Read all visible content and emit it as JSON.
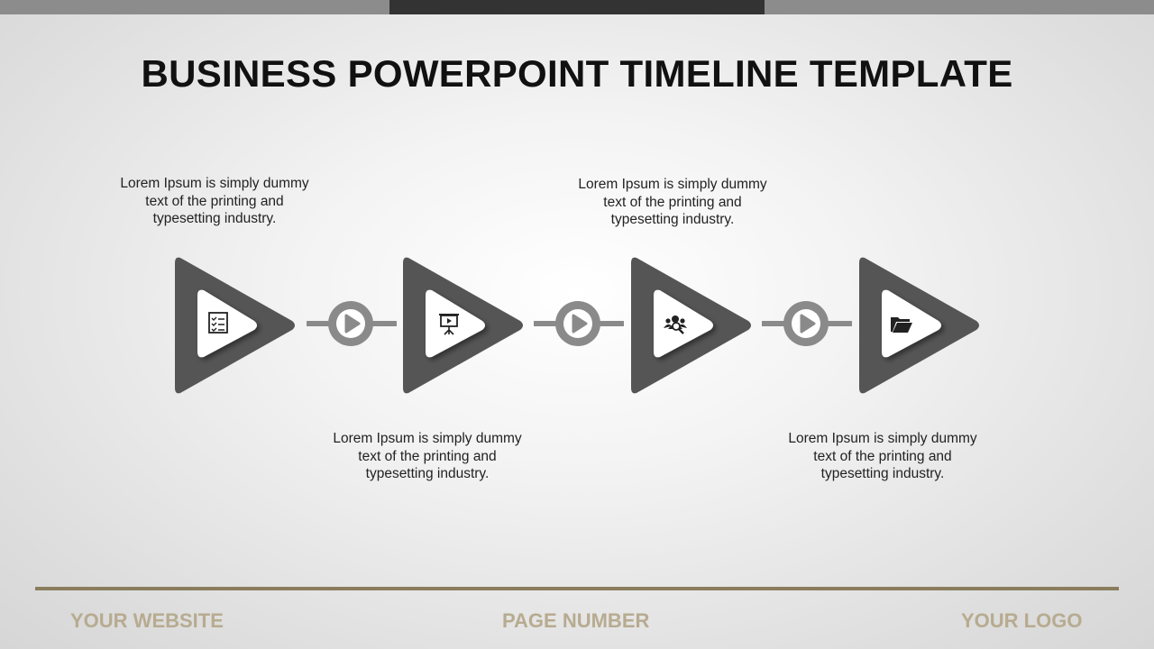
{
  "slide": {
    "title": "BUSINESS POWERPOINT TIMELINE TEMPLATE"
  },
  "steps": [
    {
      "text": "Lorem Ipsum is simply dummy text of the printing and typesetting industry.",
      "icon": "checklist-icon"
    },
    {
      "text": "Lorem Ipsum is simply dummy text of the printing and typesetting industry.",
      "icon": "presentation-board-icon"
    },
    {
      "text": "Lorem Ipsum is simply dummy text of the printing and typesetting industry.",
      "icon": "team-search-icon"
    },
    {
      "text": "Lorem Ipsum is simply dummy text of the printing and typesetting industry.",
      "icon": "open-folder-icon"
    }
  ],
  "footer": {
    "website": "YOUR WEBSITE",
    "page_number": "PAGE NUMBER",
    "logo": "YOUR LOGO"
  },
  "colors": {
    "arrow": "#555555",
    "connector": "#8a8a8a",
    "accent_line": "#8a7d5e",
    "footer_text": "#b7ab90",
    "top_bar_dark": "#333333",
    "top_bar_light": "#8c8c8c"
  }
}
